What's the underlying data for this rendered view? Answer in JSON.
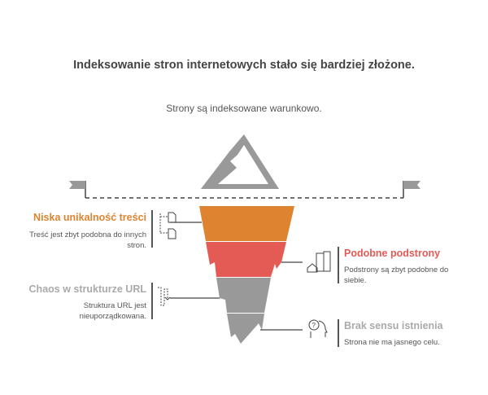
{
  "title": "Indeksowanie stron internetowych stało się bardziej złożone.",
  "subtitle": "Strony są indeksowane warunkowo.",
  "colors": {
    "orange": "#DE8430",
    "red": "#E45A55",
    "gray": "#999999",
    "text": "#444444"
  },
  "items": [
    {
      "title": "Niska unikalność treści",
      "desc": "Treść jest zbyt podobna do innych stron.",
      "icon": "duplicate-documents-icon",
      "color": "#DE8430"
    },
    {
      "title": "Podobne podstrony",
      "desc": "Podstrony są zbyt podobne do siebie.",
      "icon": "buildings-icon",
      "color": "#E45A55"
    },
    {
      "title": "Chaos w strukturze URL",
      "desc": "Struktura URL jest nieuporządkowana.",
      "icon": "winding-path-icon",
      "color": "#AAAAAA"
    },
    {
      "title": "Brak sensu istnienia",
      "desc": "Strona nie ma jasnego celu.",
      "icon": "question-head-icon",
      "color": "#AAAAAA"
    }
  ]
}
